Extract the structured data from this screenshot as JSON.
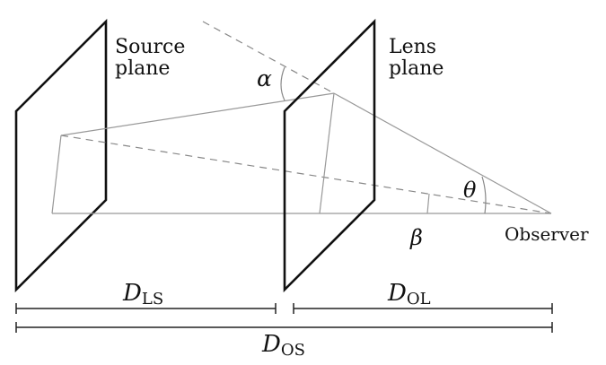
{
  "labels": {
    "source_plane_line1": "Source",
    "source_plane_line2": "plane",
    "lens_plane_line1": "Lens",
    "lens_plane_line2": "plane",
    "observer": "Observer",
    "alpha": "α",
    "theta": "θ",
    "beta": "β"
  },
  "distances": {
    "dls_main": "D",
    "dls_sub": "LS",
    "dol_main": "D",
    "dol_sub": "OL",
    "dos_main": "D",
    "dos_sub": "OS"
  },
  "colors": {
    "plane_stroke": "#111111",
    "ray_stroke": "#999999",
    "dashed_stroke": "#888888",
    "dimension_stroke": "#222222"
  }
}
